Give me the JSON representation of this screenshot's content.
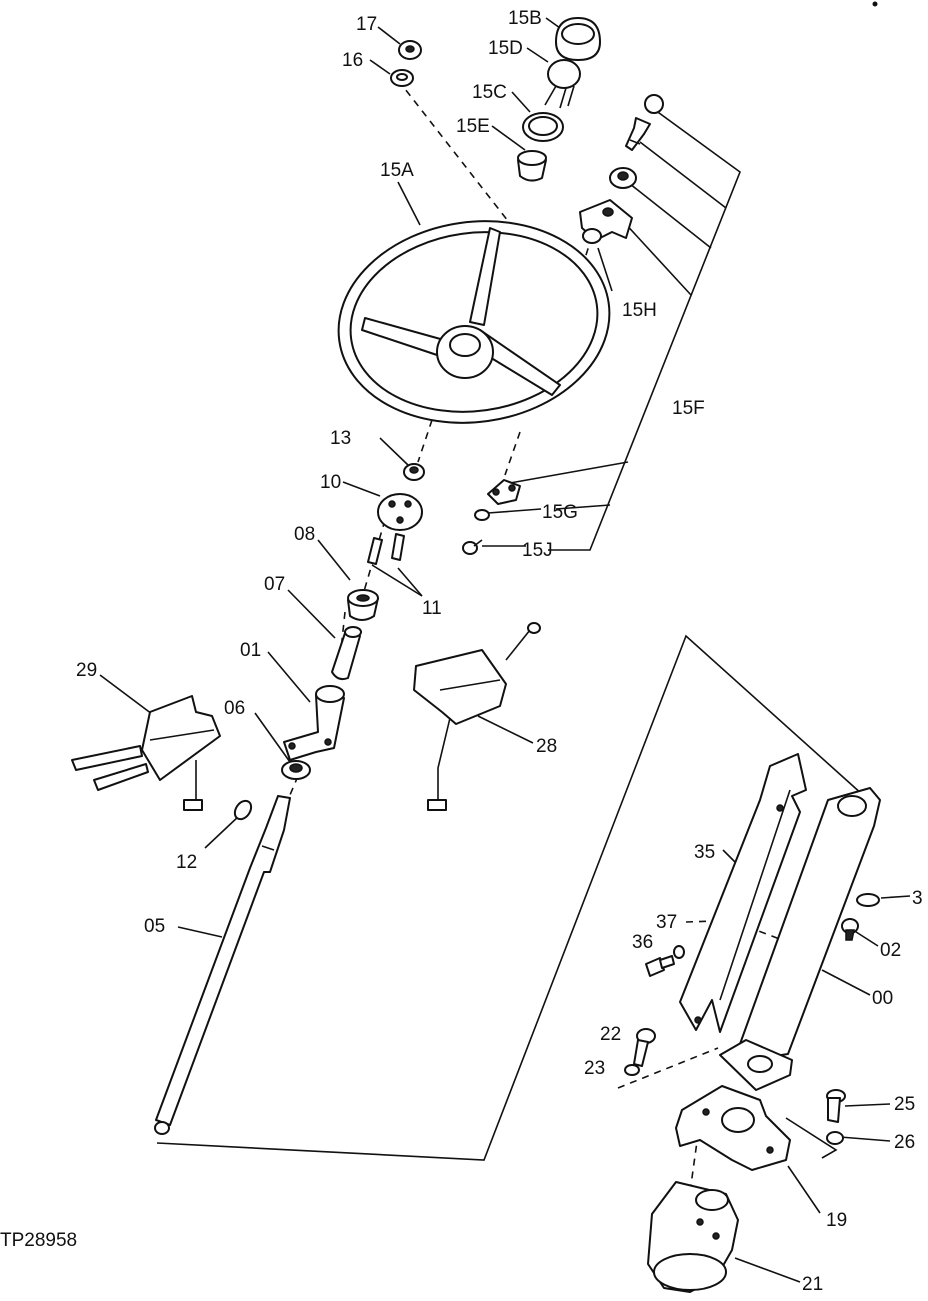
{
  "figure_ref": "TP28958",
  "callouts": [
    {
      "label": "17"
    },
    {
      "label": "16"
    },
    {
      "label": "15B"
    },
    {
      "label": "15D"
    },
    {
      "label": "15C"
    },
    {
      "label": "15E"
    },
    {
      "label": "15A"
    },
    {
      "label": "15H"
    },
    {
      "label": "15F"
    },
    {
      "label": "13"
    },
    {
      "label": "15G"
    },
    {
      "label": "15J"
    },
    {
      "label": "10"
    },
    {
      "label": "08"
    },
    {
      "label": "11"
    },
    {
      "label": "07"
    },
    {
      "label": "01"
    },
    {
      "label": "29"
    },
    {
      "label": "06"
    },
    {
      "label": "28"
    },
    {
      "label": "12"
    },
    {
      "label": "05"
    },
    {
      "label": "35"
    },
    {
      "label": "3"
    },
    {
      "label": "37"
    },
    {
      "label": "36"
    },
    {
      "label": "02"
    },
    {
      "label": "00"
    },
    {
      "label": "22"
    },
    {
      "label": "23"
    },
    {
      "label": "25"
    },
    {
      "label": "26"
    },
    {
      "label": "19"
    },
    {
      "label": "21"
    }
  ]
}
